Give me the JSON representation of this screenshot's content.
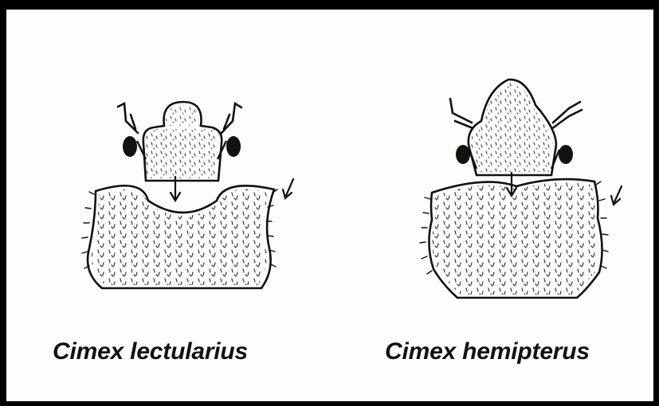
{
  "figure": {
    "specimens": [
      {
        "id": "lectularius",
        "caption": "Cimex lectularius"
      },
      {
        "id": "hemipterus",
        "caption": "Cimex hemipterus"
      }
    ]
  },
  "colors": {
    "border": "#000000",
    "background": "#fdfdfb",
    "ink": "#111111"
  },
  "icons": [
    "arrow-down-icon",
    "arrow-pointer-icon",
    "eye-icon",
    "antenna-icon"
  ]
}
